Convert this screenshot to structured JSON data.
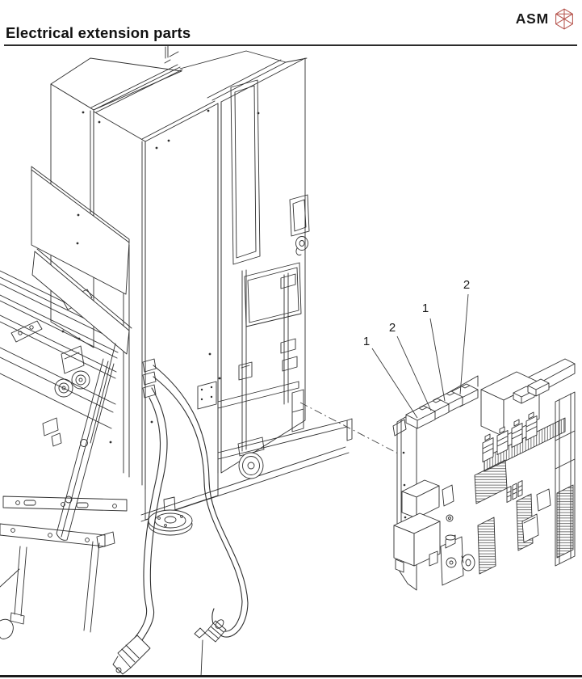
{
  "header": {
    "title": "Electrical extension parts",
    "brand": "ASM",
    "logo_icon": "asm-cube-logo"
  },
  "figure": {
    "callouts": [
      {
        "label": "1"
      },
      {
        "label": "2"
      },
      {
        "label": "1"
      },
      {
        "label": "2"
      }
    ]
  },
  "colors": {
    "ink": "#2f2f2f",
    "accent_red": "#b5524b",
    "text": "#111111"
  }
}
